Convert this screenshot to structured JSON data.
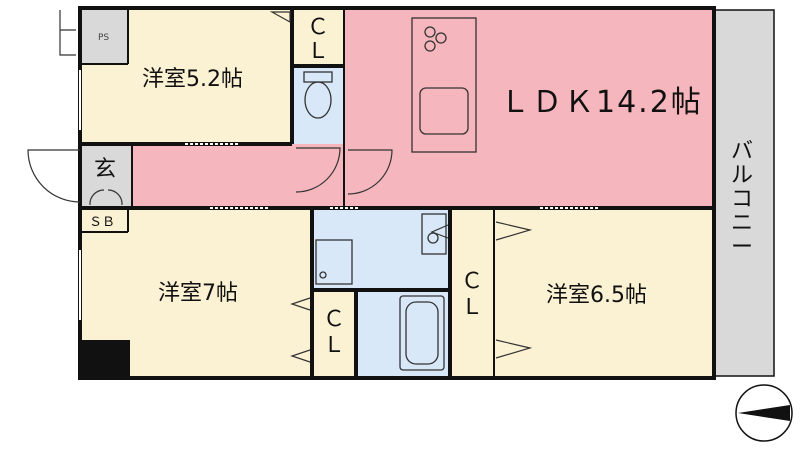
{
  "rooms": {
    "western_room_1": "洋室5.2帖",
    "western_room_2": "洋室7帖",
    "western_room_3": "洋室6.5帖",
    "ldk": "ＬＤＫ14.2帖",
    "entrance": "玄",
    "shoe_box": "ＳＢ",
    "pipe_space": "PS",
    "closet_top": [
      "Ｃ",
      "Ｌ"
    ],
    "closet_mid": [
      "Ｃ",
      "Ｌ"
    ],
    "closet_right": [
      "Ｃ",
      "Ｌ"
    ],
    "balcony": [
      "バ",
      "ル",
      "コ",
      "ニ",
      "ー"
    ]
  },
  "colors": {
    "western_room": "#fbf1d3",
    "ldk": "#f6b6bd",
    "wet_area": "#d8e8f8",
    "balcony": "#d9d9d9",
    "storage": "#d9d9d9",
    "black_block": "#111111"
  }
}
